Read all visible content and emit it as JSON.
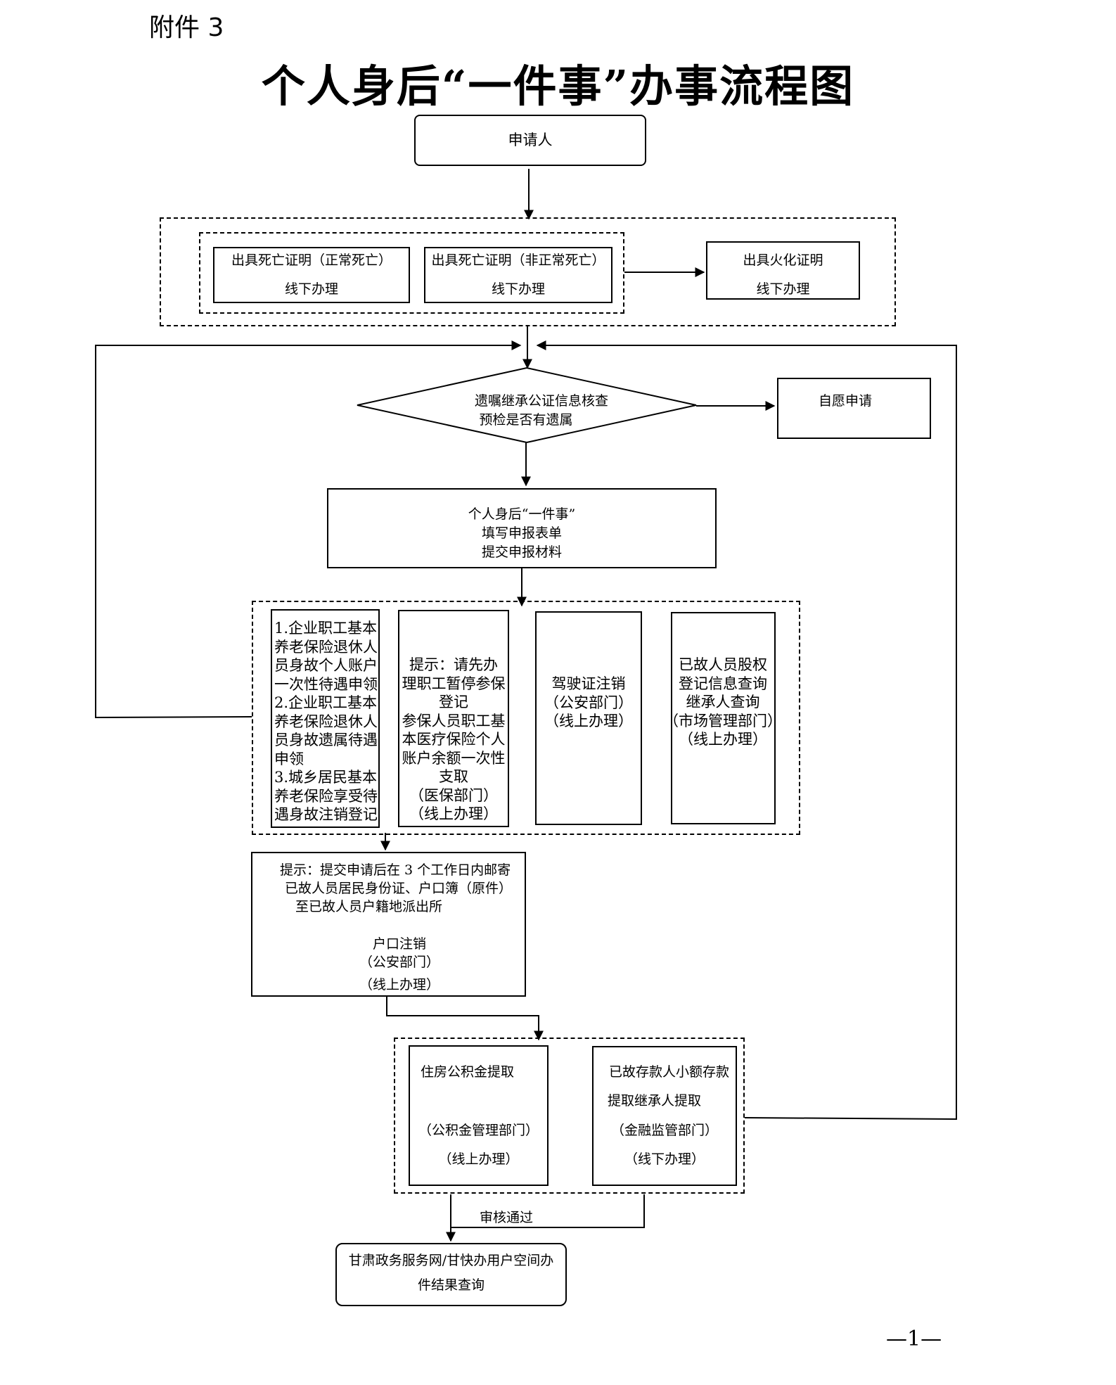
{
  "header": {
    "annex": "附件 3",
    "title": "个人身后“一件事”办事流程图"
  },
  "nodes": {
    "applicant": "申请人",
    "death_cert_normal": {
      "title": "出具死亡证明（正常死亡）",
      "mode": "线下办理"
    },
    "death_cert_abnormal": {
      "title": "出具死亡证明（非正常死亡）",
      "mode": "线下办理"
    },
    "cremation_cert": {
      "title": "出具火化证明",
      "mode": "线下办理"
    },
    "will_check": {
      "line1": "遗嘱继承公证信息核查",
      "line2": "预检是否有遗属"
    },
    "voluntary": "自愿申请",
    "fill_form": {
      "line1": "个人身后“一件事”",
      "line2": "填写申报表单",
      "line3": "提交申报材料"
    },
    "pension": [
      "1.企业职工基本",
      "养老保险退休人",
      "员身故个人账户",
      "一次性待遇申领",
      "2.企业职工基本",
      "养老保险退休人",
      "员身故遗属待遇",
      "申领",
      "3.城乡居民基本",
      "养老保险享受待",
      "遇身故注销登记"
    ],
    "medical": [
      "提示：请先办",
      "理职工暂停参保",
      "登记",
      "参保人员职工基",
      "本医疗保险个人",
      "账户余额一次性",
      "支取",
      "（医保部门）",
      "（线上办理）"
    ],
    "driver": [
      "驾驶证注销",
      "（公安部门）",
      "（线上办理）"
    ],
    "equity": [
      "已故人员股权",
      "登记信息查询",
      "继承人查询",
      "（市场管理部门）",
      "（线上办理）"
    ],
    "hukou": {
      "tip1": "提示：提交申请后在 3 个工作日内邮寄",
      "tip2": "已故人员居民身份证、户口簿（原件）",
      "tip3": "至已故人员户籍地派出所",
      "name": "户口注销",
      "dept": "（公安部门）",
      "mode": "（线上办理）"
    },
    "housing_fund": {
      "title": "住房公积金提取",
      "dept": "（公积金管理部门）",
      "mode": "（线上办理）"
    },
    "deposit": {
      "line1": "已故存款人小额存款",
      "line2": "提取继承人提取",
      "dept": "（金融监管部门）",
      "mode": "（线下办理）"
    },
    "approved": "审核通过",
    "result": {
      "line1": "甘肃政务服务网/甘快办用户空间办",
      "line2": "件结果查询"
    }
  },
  "footer": {
    "page_number": "—1—"
  }
}
